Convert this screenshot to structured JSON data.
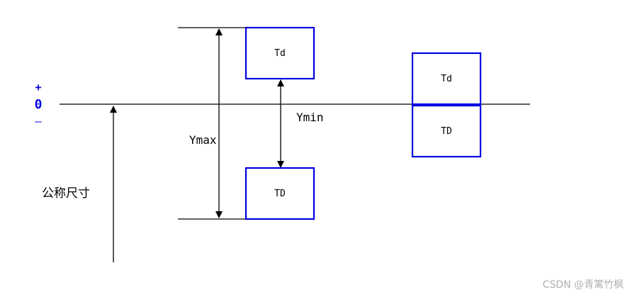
{
  "labels": {
    "plus": "+",
    "zero": "0",
    "minus": "–",
    "nominal_size": "公称尺寸",
    "ymax": "Ymax",
    "ymin": "Ymin"
  },
  "boxes": {
    "left_top": "Td",
    "left_bottom": "TD",
    "right_top": "Td",
    "right_bottom": "TD"
  },
  "watermark": "CSDN @青篱竹枫",
  "colors": {
    "box_border": "#0000e0",
    "sign_color": "#0000e0",
    "line": "#000000",
    "watermark": "#b0b0b0"
  }
}
